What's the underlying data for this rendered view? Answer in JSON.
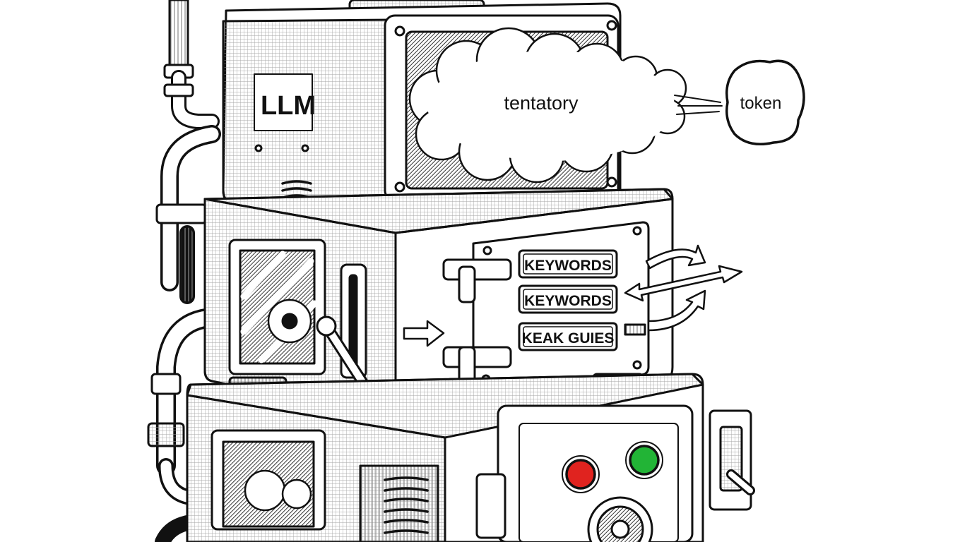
{
  "machine": {
    "top_box_label": "LLM",
    "cloud_label": "tentatory",
    "output_label": "token",
    "filter_plates": [
      "KEYWORDS",
      "KEYWORDS",
      "KEAK GUIES"
    ],
    "indicator_lights": {
      "left": "#e0231f",
      "right": "#22b436"
    }
  },
  "colors": {
    "ink": "#111111",
    "paper": "#ffffff",
    "hatch": "#9a9a9a"
  }
}
